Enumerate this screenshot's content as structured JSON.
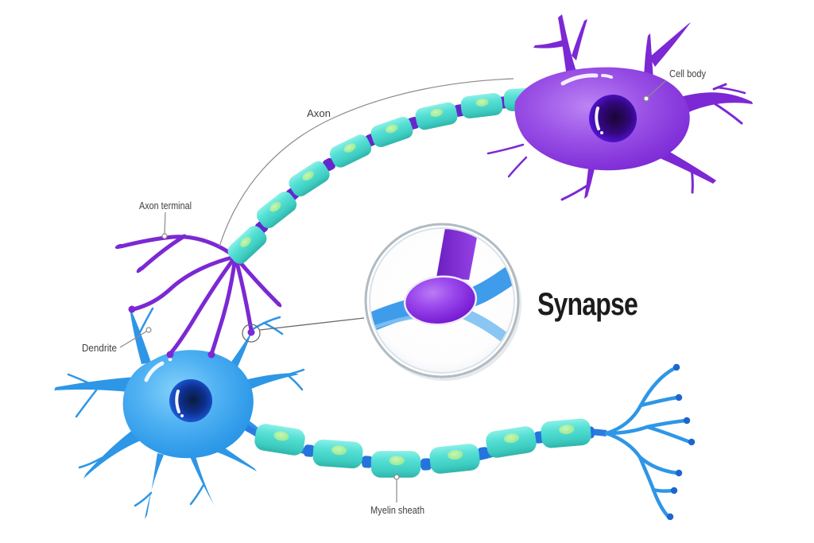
{
  "title": {
    "text": "Synapse"
  },
  "labels": {
    "axon": "Axon",
    "cell_body": "Cell body",
    "axon_terminal": "Axon terminal",
    "dendrite": "Dendrite",
    "myelin_sheath": "Myelin sheath"
  },
  "colors": {
    "purple_neuron": "#7c28d4",
    "purple_axon": "#7b2ad3",
    "purple_connector": "#6526cc",
    "blue_neuron": "#2e96e6",
    "blue_axon": "#2a7ce0",
    "blue_connector": "#2574dd",
    "terminal_bulb_blue": "#1d66cf",
    "myelin_teal": "#4fdcd2",
    "myelin_nucleus_green": "#a9ef9c",
    "synapse_band_blue": "#3e9ceb",
    "synapse_band_light": "#8ac6f4",
    "inset_ring_grey": "#b0bbc3",
    "label_text": "#3f3f3f",
    "title_text": "#1c1c1c",
    "leader_line": "#8a8a8a",
    "background": "#ffffff"
  }
}
